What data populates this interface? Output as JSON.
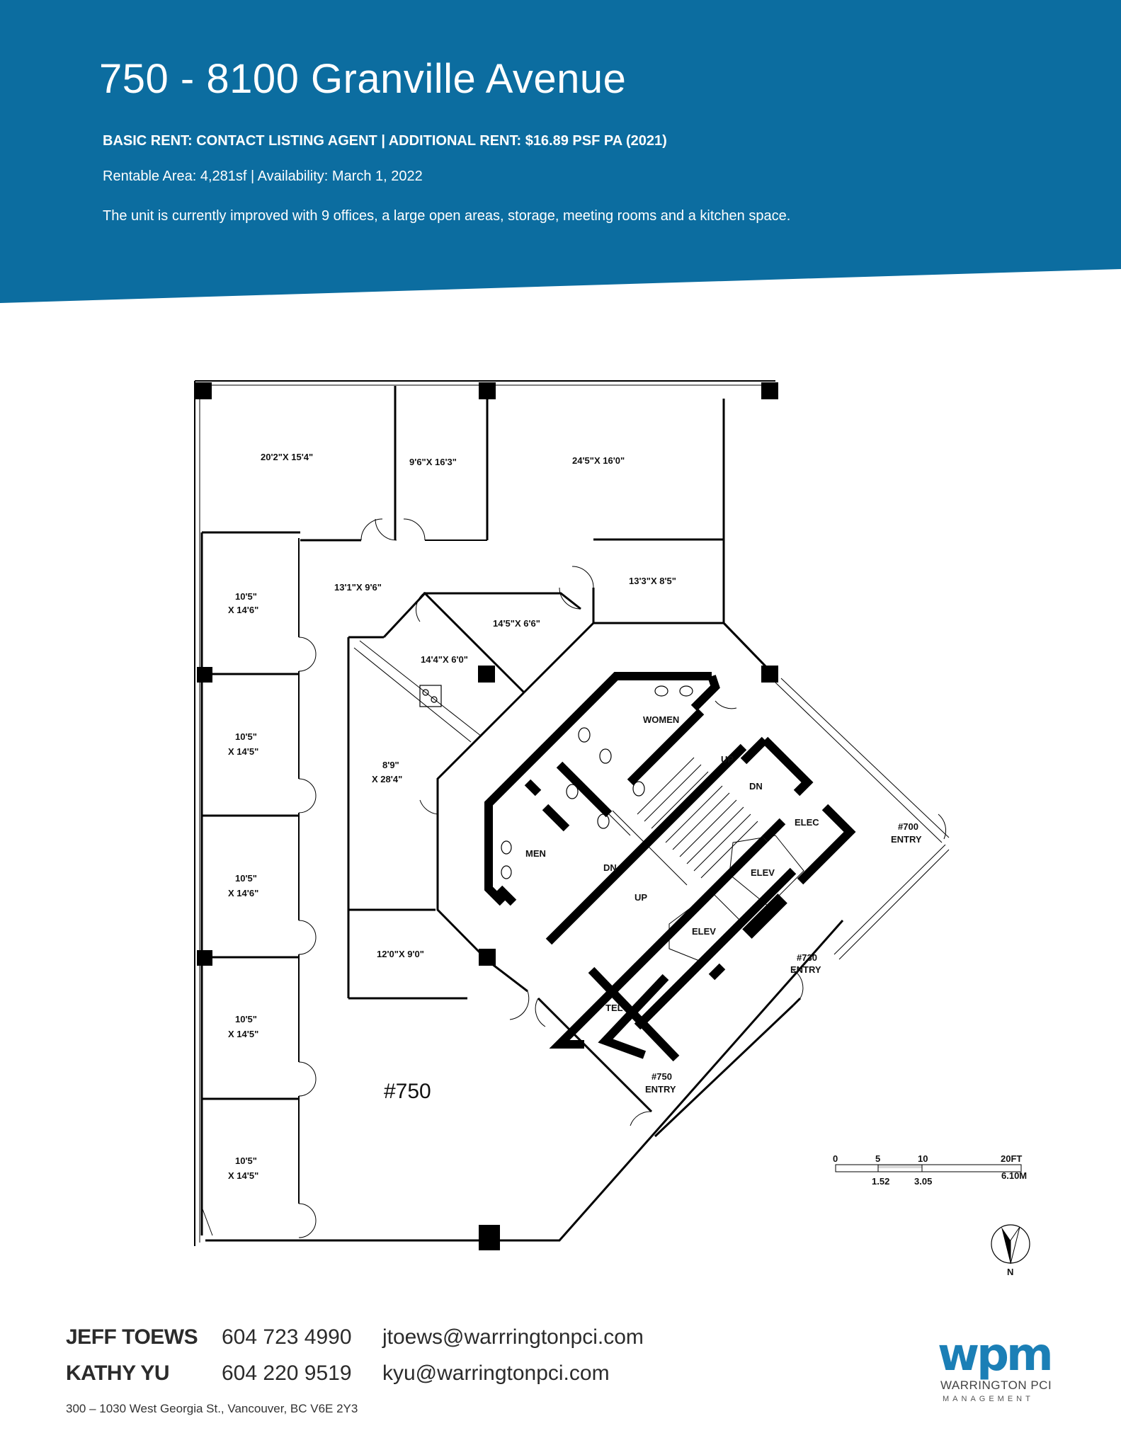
{
  "colors": {
    "header_blue": "#0c6da0",
    "wall": "#000000",
    "logo_blue": "#1b7fb6"
  },
  "header": {
    "title": "750 - 8100 Granville Avenue",
    "rent_line": "BASIC RENT: CONTACT LISTING AGENT | ADDITIONAL RENT: $16.89 PSF PA (2021)",
    "area_line": "Rentable Area: 4,281sf  |  Availability: March 1, 2022",
    "description": "The unit is currently improved with 9 offices, a large open areas, storage, meeting rooms and a kitchen space."
  },
  "floorplan": {
    "unit_label": "#750",
    "rooms": {
      "r1": "20'2\"X  15'4\"",
      "r2": "9'6\"X  16'3\"",
      "r3": "24'5\"X  16'0\"",
      "r4": "13'1\"X  9'6\"",
      "r5": "13'3\"X  8'5\"",
      "r6": "14'5\"X  6'6\"",
      "r7": "14'4\"X  6'0\"",
      "r8a": "8'9\"",
      "r8b": "X  28'4\"",
      "r9": "12'0\"X  9'0\"",
      "o1a": "10'5\"",
      "o1b": "X  14'6\"",
      "o2a": "10'5\"",
      "o2b": "X  14'5\"",
      "o3a": "10'5\"",
      "o3b": "X  14'6\"",
      "o4a": "10'5\"",
      "o4b": "X  14'5\"",
      "o5a": "10'5\"",
      "o5b": "X  14'5\""
    },
    "core": {
      "women": "WOMEN",
      "men": "MEN",
      "elec": "ELEC",
      "elev1": "ELEV",
      "elev2": "ELEV",
      "tel": "TEL",
      "up1": "UP",
      "dn1": "DN",
      "dn2": "DN",
      "up2": "UP"
    },
    "entries": {
      "e700a": "#700",
      "e700b": "ENTRY",
      "e730a": "#730",
      "e730b": "ENTRY",
      "e750a": "#750",
      "e750b": "ENTRY"
    },
    "scale": {
      "t0": "0",
      "t5": "5",
      "t10": "10",
      "t20": "20FT",
      "m1": "1.52",
      "m2": "3.05",
      "m3": "6.10M"
    },
    "north": "N"
  },
  "contacts": [
    {
      "name": "JEFF TOEWS",
      "phone": "604 723 4990",
      "email": "jtoews@warrringtonpci.com"
    },
    {
      "name": "KATHY YU",
      "phone": "604 220 9519",
      "email": "kyu@warringtonpci.com"
    }
  ],
  "address": "300 – 1030 West Georgia St., Vancouver, BC V6E 2Y3",
  "logo": {
    "mark": "wpm",
    "name": "WARRINGTON PCI",
    "sub": "MANAGEMENT"
  }
}
